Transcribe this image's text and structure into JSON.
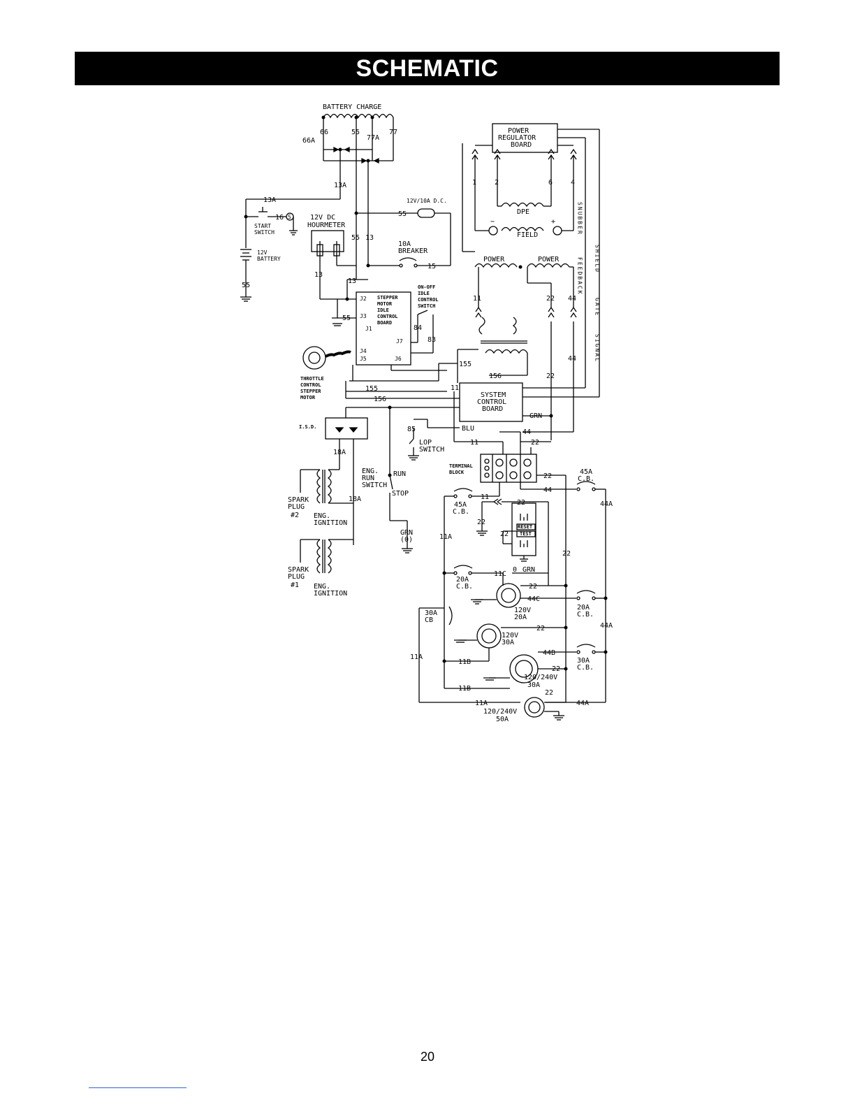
{
  "header": {
    "title": "SCHEMATIC"
  },
  "page_number": "20",
  "labels": {
    "battery_charge": "BATTERY CHARGE",
    "w66": "66",
    "w55a": "55",
    "w77a": "77A",
    "w77": "77",
    "w66a": "66A",
    "w13a": "13A",
    "w13a_b": "13A",
    "start_switch_1": "START",
    "start_switch_2": "SWITCH",
    "w16": "16",
    "sw_s": "S",
    "hourmeter_1": "12V DC",
    "hourmeter_2": "HOURMETER",
    "battery_1": "12V",
    "battery_2": "BATTERY",
    "w55_bat": "55",
    "dc_out": "12V/10A D.C.",
    "w55_dc": "55",
    "w55_b": "55",
    "w13_b": "13",
    "breaker_1": "10A",
    "breaker_2": "BREAKER",
    "w15": "15",
    "w13_c": "13",
    "w13_d": "13",
    "w55_c": "55",
    "stepper_1": "STEPPER",
    "stepper_2": "MOTOR",
    "stepper_3": "IDLE",
    "stepper_4": "CONTROL",
    "stepper_5": "BOARD",
    "j2": "J2",
    "j3": "J3",
    "j1": "J1",
    "j4": "J4",
    "j5": "J5",
    "j6": "J6",
    "j7": "J7",
    "idle_sw_1": "ON-OFF",
    "idle_sw_2": "IDLE",
    "idle_sw_3": "CONTROL",
    "idle_sw_4": "SWITCH",
    "w84": "84",
    "w83": "83",
    "throttle_1": "THROTTLE",
    "throttle_2": "CONTROL",
    "throttle_3": "STEPPER",
    "throttle_4": "MOTOR",
    "w155a": "155",
    "w156a": "156",
    "w155b": "155",
    "w156b": "156",
    "prb_1": "POWER",
    "prb_2": "REGULATOR",
    "prb_3": "BOARD",
    "p1": "1",
    "p2": "2",
    "p6": "6",
    "p4": "4",
    "dpe": "DPE",
    "field": "FIELD",
    "minus": "−",
    "plus": "+",
    "snubber": "SNUBBER",
    "feedback": "FEEDBACK",
    "shield": "SHIELD",
    "gate": "GATE",
    "signal": "SIGNAL",
    "power_1": "POWER",
    "power_2": "POWER",
    "w11a": "11",
    "w22a": "22",
    "w44a": "44",
    "w11b": "11",
    "w22b": "22",
    "w44b": "44",
    "scb_1": "SYSTEM",
    "scb_2": "CONTROL",
    "scb_3": "BOARD",
    "grn_a": "GRN",
    "blu": "BLU",
    "w85": "85",
    "lop_1": "LOP",
    "lop_2": "SWITCH",
    "w44c": "44",
    "w11c": "11",
    "w22c": "22",
    "isd": "I.S.D.",
    "w18a_a": "18A",
    "w18a_b": "18A",
    "eng_run_1": "ENG.",
    "eng_run_2": "RUN",
    "eng_run_3": "SWITCH",
    "run": "RUN",
    "stop": "STOP",
    "grn_b": "GRN",
    "grn_0": "(0)",
    "spark2_1": "SPARK",
    "spark2_2": "PLUG",
    "spark2_3": "#2",
    "ign_1": "ENG.",
    "ign_2": "IGNITION",
    "spark1_1": "SPARK",
    "spark1_2": "PLUG",
    "spark1_3": "#1",
    "ign_3": "ENG.",
    "ign_4": "IGNITION",
    "tb_1": "TERMINAL",
    "tb_2": "BLOCK",
    "w22d": "22",
    "w44d": "44",
    "w11d": "11",
    "w22e": "22",
    "cb45_1": "45A",
    "cb45_2": "C.B.",
    "cb45b_1": "45A",
    "cb45b_2": "C.B.",
    "w44a_1": "44A",
    "w22f": "22",
    "w22g": "22",
    "reset": "RESET",
    "test": "TEST",
    "w11a_1": "11A",
    "w22h": "22",
    "w0": "0",
    "grn_c": "GRN",
    "cb20_1": "20A",
    "cb20_2": "C.B.",
    "w11c_b": "11C",
    "w22i": "22",
    "w44c_b": "44C",
    "cb20b_1": "20A",
    "cb20b_2": "C.B.",
    "r120_1": "120V",
    "r120_2": "20A",
    "cb30_1": "30A",
    "cb30_2": "CB",
    "w22j": "22",
    "r120b_1": "120V",
    "r120b_2": "30A",
    "w44a_2": "44A",
    "w11a_2": "11A",
    "w11b_a": "11B",
    "w44b_b": "44B",
    "cb30b_1": "30A",
    "cb30b_2": "C.B.",
    "w22k": "22",
    "r240_1": "120/240V",
    "r240_2": "30A",
    "w11b_b": "11B",
    "w22l": "22",
    "w11a_3": "11A",
    "w44a_3": "44A",
    "r240b_1": "120/240V",
    "r240b_2": "50A"
  }
}
